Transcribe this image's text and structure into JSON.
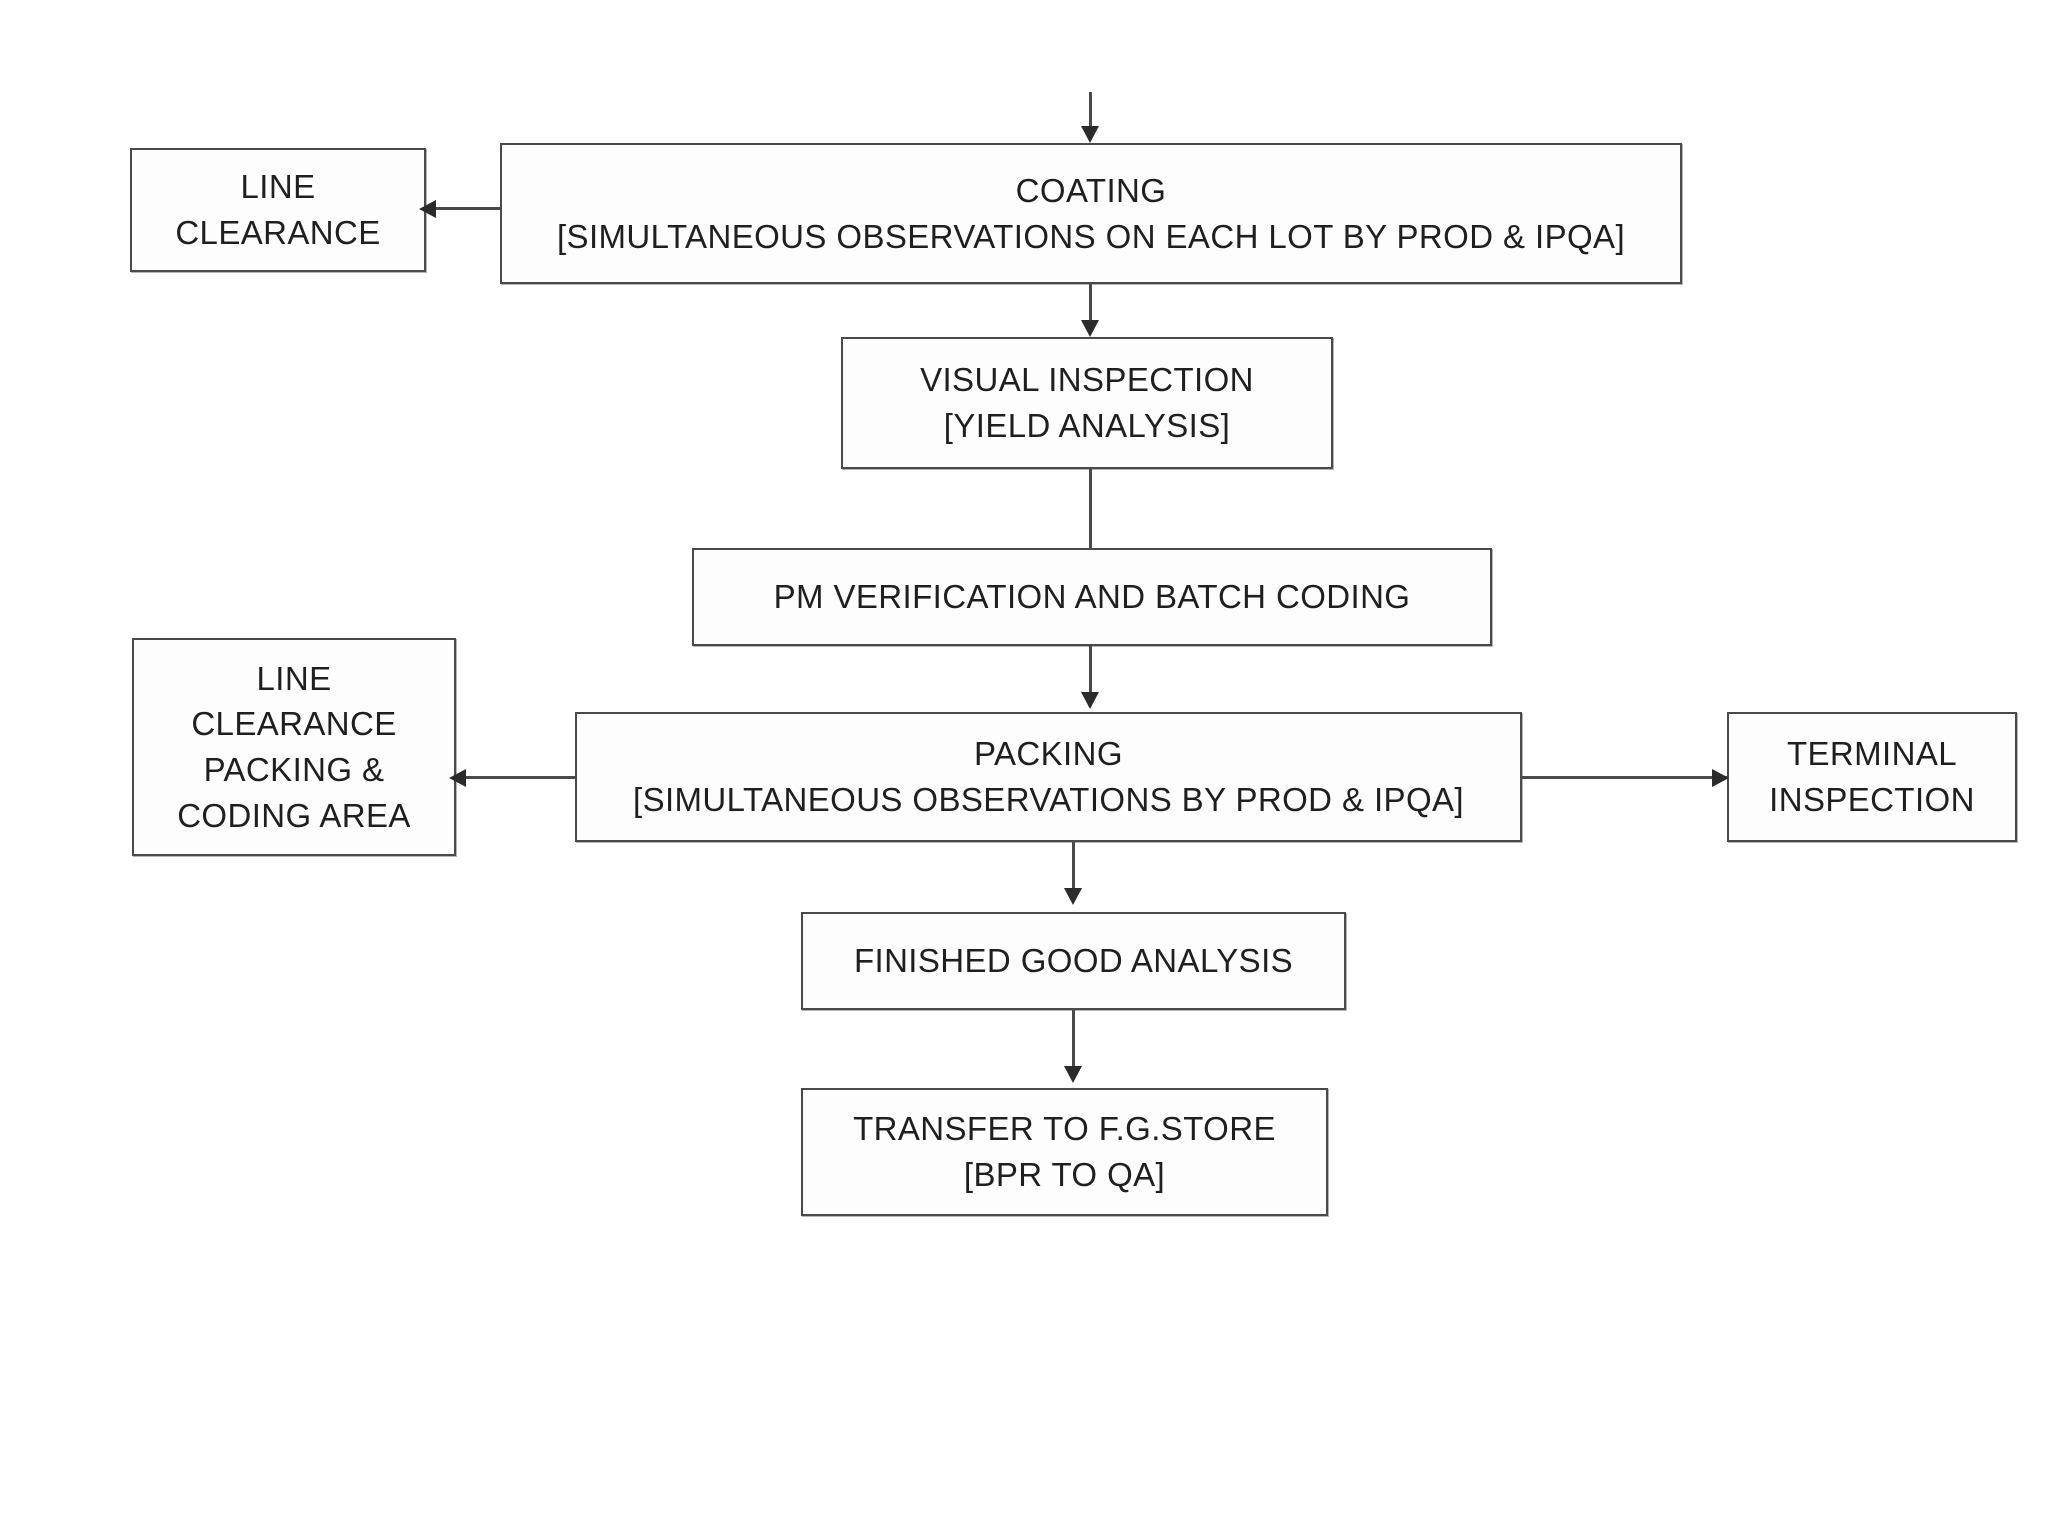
{
  "diagram": {
    "title": "Pharmaceutical Coating and Packing Process Flow Chart",
    "type": "flowchart",
    "orientation": "top-to-bottom",
    "colors": {
      "background": "#ffffff",
      "box_border": "#4a4a4a",
      "box_fill": "#fdfdfd",
      "text": "#1f1f1f",
      "connector": "#4a4a4a",
      "arrowhead": "#2b2b2b"
    },
    "nodes": [
      {
        "id": "line-clearance",
        "lines": [
          "LINE",
          "CLEARANCE"
        ],
        "line1": "LINE",
        "line2": "CLEARANCE"
      },
      {
        "id": "coating",
        "lines": [
          "COATING",
          "[SIMULTANEOUS OBSERVATIONS ON EACH LOT BY PROD & IPQA]"
        ],
        "line1": "COATING",
        "line2": "[SIMULTANEOUS OBSERVATIONS ON EACH LOT BY PROD & IPQA]"
      },
      {
        "id": "visual-inspection",
        "lines": [
          "VISUAL  INSPECTION",
          "[YIELD ANALYSIS]"
        ],
        "line1": "VISUAL  INSPECTION",
        "line2": "[YIELD ANALYSIS]"
      },
      {
        "id": "pm-verification",
        "lines": [
          "PM VERIFICATION AND BATCH CODING"
        ],
        "line1": "PM VERIFICATION AND BATCH CODING"
      },
      {
        "id": "line-clearance-packing",
        "lines": [
          "LINE",
          "CLEARANCE",
          "PACKING &",
          "CODING AREA"
        ],
        "line1": "LINE",
        "line2": "CLEARANCE",
        "line3": "PACKING &",
        "line4": "CODING AREA"
      },
      {
        "id": "packing",
        "lines": [
          "PACKING",
          "[SIMULTANEOUS OBSERVATIONS BY PROD & IPQA]"
        ],
        "line1": "PACKING",
        "line2": "[SIMULTANEOUS OBSERVATIONS BY PROD & IPQA]"
      },
      {
        "id": "terminal-inspection",
        "lines": [
          "TERMINAL",
          "INSPECTION"
        ],
        "line1": "TERMINAL",
        "line2": "INSPECTION"
      },
      {
        "id": "finished-good-analysis",
        "lines": [
          "FINISHED GOOD ANALYSIS"
        ],
        "line1": "FINISHED GOOD ANALYSIS"
      },
      {
        "id": "transfer-fg-store",
        "lines": [
          "TRANSFER TO F.G.STORE",
          "[BPR TO  QA]"
        ],
        "line1": "TRANSFER TO F.G.STORE",
        "line2": "[BPR TO  QA]"
      }
    ],
    "edges": [
      {
        "id": "entry-to-coating",
        "from": "(entry)",
        "to": "coating",
        "direction": "down",
        "label": ""
      },
      {
        "id": "coating-to-line-clearance",
        "from": "coating",
        "to": "line-clearance",
        "direction": "left",
        "label": ""
      },
      {
        "id": "coating-to-visual",
        "from": "coating",
        "to": "visual-inspection",
        "direction": "down",
        "label": ""
      },
      {
        "id": "visual-to-pm",
        "from": "visual-inspection",
        "to": "pm-verification",
        "direction": "down",
        "label": ""
      },
      {
        "id": "pm-to-packing",
        "from": "pm-verification",
        "to": "packing",
        "direction": "down",
        "label": ""
      },
      {
        "id": "packing-to-line-clearance-packing",
        "from": "packing",
        "to": "line-clearance-packing",
        "direction": "left",
        "label": ""
      },
      {
        "id": "packing-to-terminal",
        "from": "packing",
        "to": "terminal-inspection",
        "direction": "right",
        "label": ""
      },
      {
        "id": "packing-to-finished-good",
        "from": "packing",
        "to": "finished-good-analysis",
        "direction": "down",
        "label": ""
      },
      {
        "id": "finished-good-to-transfer",
        "from": "finished-good-analysis",
        "to": "transfer-fg-store",
        "direction": "down",
        "label": ""
      }
    ]
  }
}
